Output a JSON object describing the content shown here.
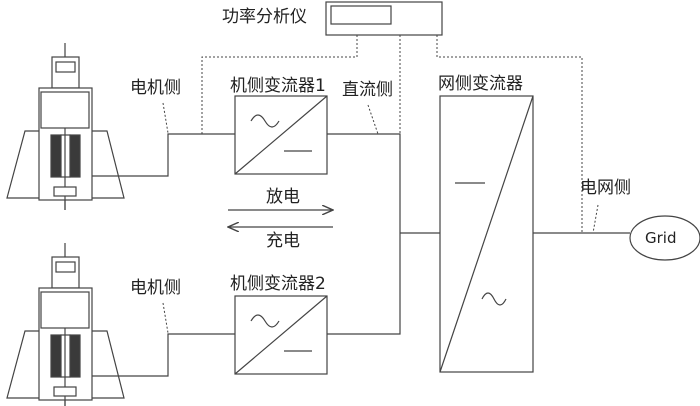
{
  "labels": {
    "power_analyzer": "功率分析仪",
    "motor_side_top": "电机侧",
    "motor_side_bottom": "电机侧",
    "converter1": "机侧变流器1",
    "converter2": "机侧变流器2",
    "dc_side": "直流侧",
    "grid_converter": "网侧变流器",
    "grid_side": "电网侧",
    "discharge": "放电",
    "charge": "充电",
    "grid": "Grid"
  },
  "colors": {
    "line": "#444444",
    "coil": "#3a3a3a"
  }
}
